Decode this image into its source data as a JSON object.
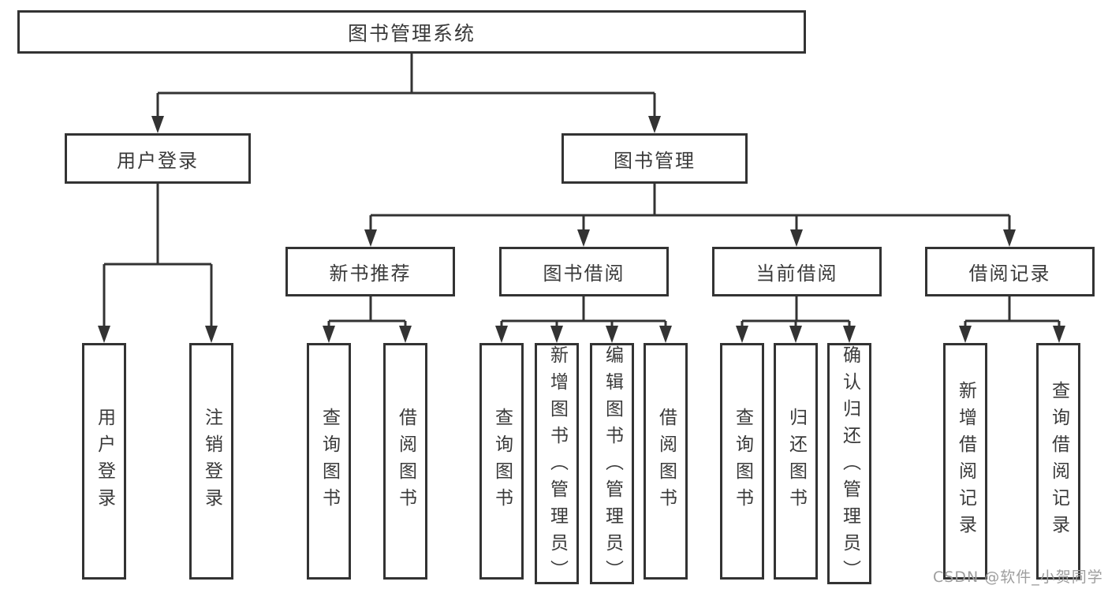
{
  "diagram": {
    "root": {
      "label": "图书管理系统"
    },
    "branches": [
      {
        "label": "用户登录",
        "children": [
          {
            "label": "用户登录"
          },
          {
            "label": "注销登录"
          }
        ]
      },
      {
        "label": "图书管理",
        "children": [
          {
            "label": "新书推荐",
            "children": [
              {
                "label": "查询图书"
              },
              {
                "label": "借阅图书"
              }
            ]
          },
          {
            "label": "图书借阅",
            "children": [
              {
                "label": "查询图书"
              },
              {
                "label": "新增图书（管理员）"
              },
              {
                "label": "编辑图书（管理员）"
              },
              {
                "label": "借阅图书"
              }
            ]
          },
          {
            "label": "当前借阅",
            "children": [
              {
                "label": "查询图书"
              },
              {
                "label": "归还图书"
              },
              {
                "label": "确认归还（管理员）"
              }
            ]
          },
          {
            "label": "借阅记录",
            "children": [
              {
                "label": "新增借阅记录"
              },
              {
                "label": "查询借阅记录"
              }
            ]
          }
        ]
      }
    ],
    "colors": {
      "line": "#333333",
      "text": "#3a3a3a",
      "background": "#ffffff"
    }
  },
  "watermark": {
    "text": "CSDN @软件_小贺同学",
    "color": "#9e9e9e"
  }
}
